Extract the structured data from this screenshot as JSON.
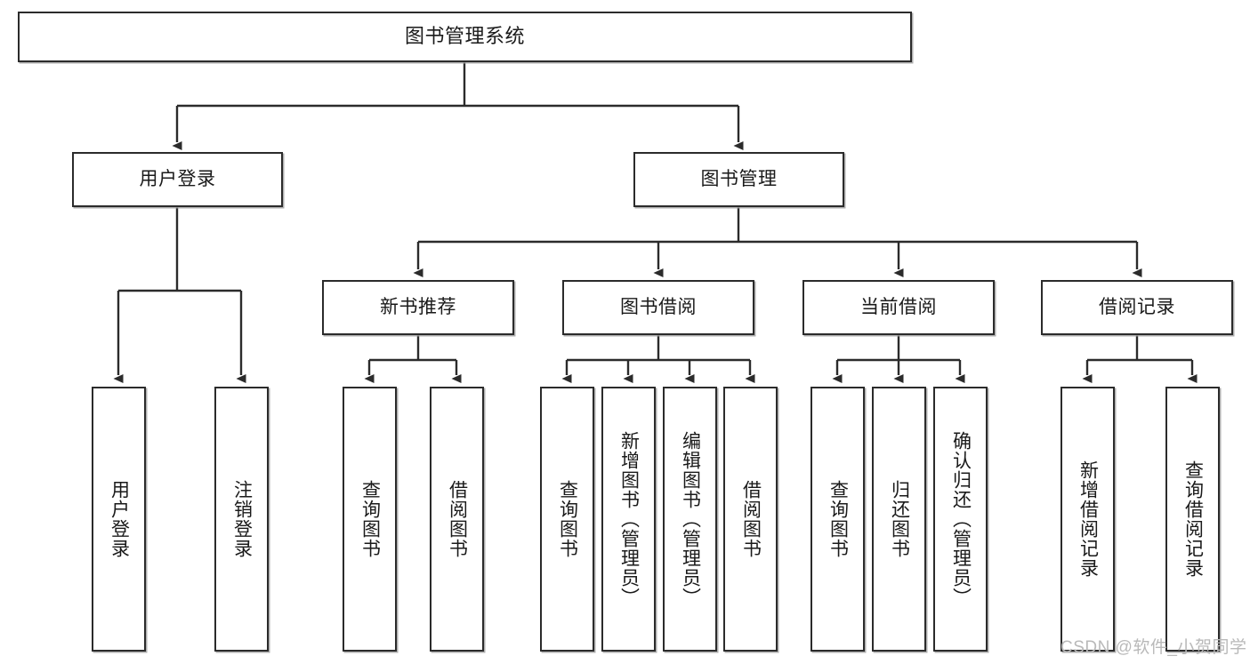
{
  "diagram": {
    "title": "图书管理系统",
    "type": "tree-hierarchy",
    "nodes": {
      "root": {
        "label": "图书管理系统"
      },
      "l2": {
        "user_login": "用户登录",
        "book_manage": "图书管理"
      },
      "l3": {
        "new_book_rec": "新书推荐",
        "book_borrow": "图书借阅",
        "current_borrow": "当前借阅",
        "borrow_record": "借阅记录"
      },
      "leaves": {
        "user_login_1": "用户登录",
        "user_login_2": "注销登录",
        "new_book_rec_1": "查询图书",
        "new_book_rec_2": "借阅图书",
        "book_borrow_1": "查询图书",
        "book_borrow_2": "新增图书（管理员）",
        "book_borrow_3": "编辑图书（管理员）",
        "book_borrow_4": "借阅图书",
        "current_borrow_1": "查询图书",
        "current_borrow_2": "归还图书",
        "current_borrow_3": "确认归还（管理员）",
        "borrow_record_1": "新增借阅记录",
        "borrow_record_2": "查询借阅记录"
      }
    },
    "watermark": "CSDN @软件_小贺同学",
    "colors": {
      "stroke": "#2b2b2b",
      "fill": "#ffffff",
      "text": "#1a1a1a",
      "watermark": "#b9b9b9"
    }
  }
}
